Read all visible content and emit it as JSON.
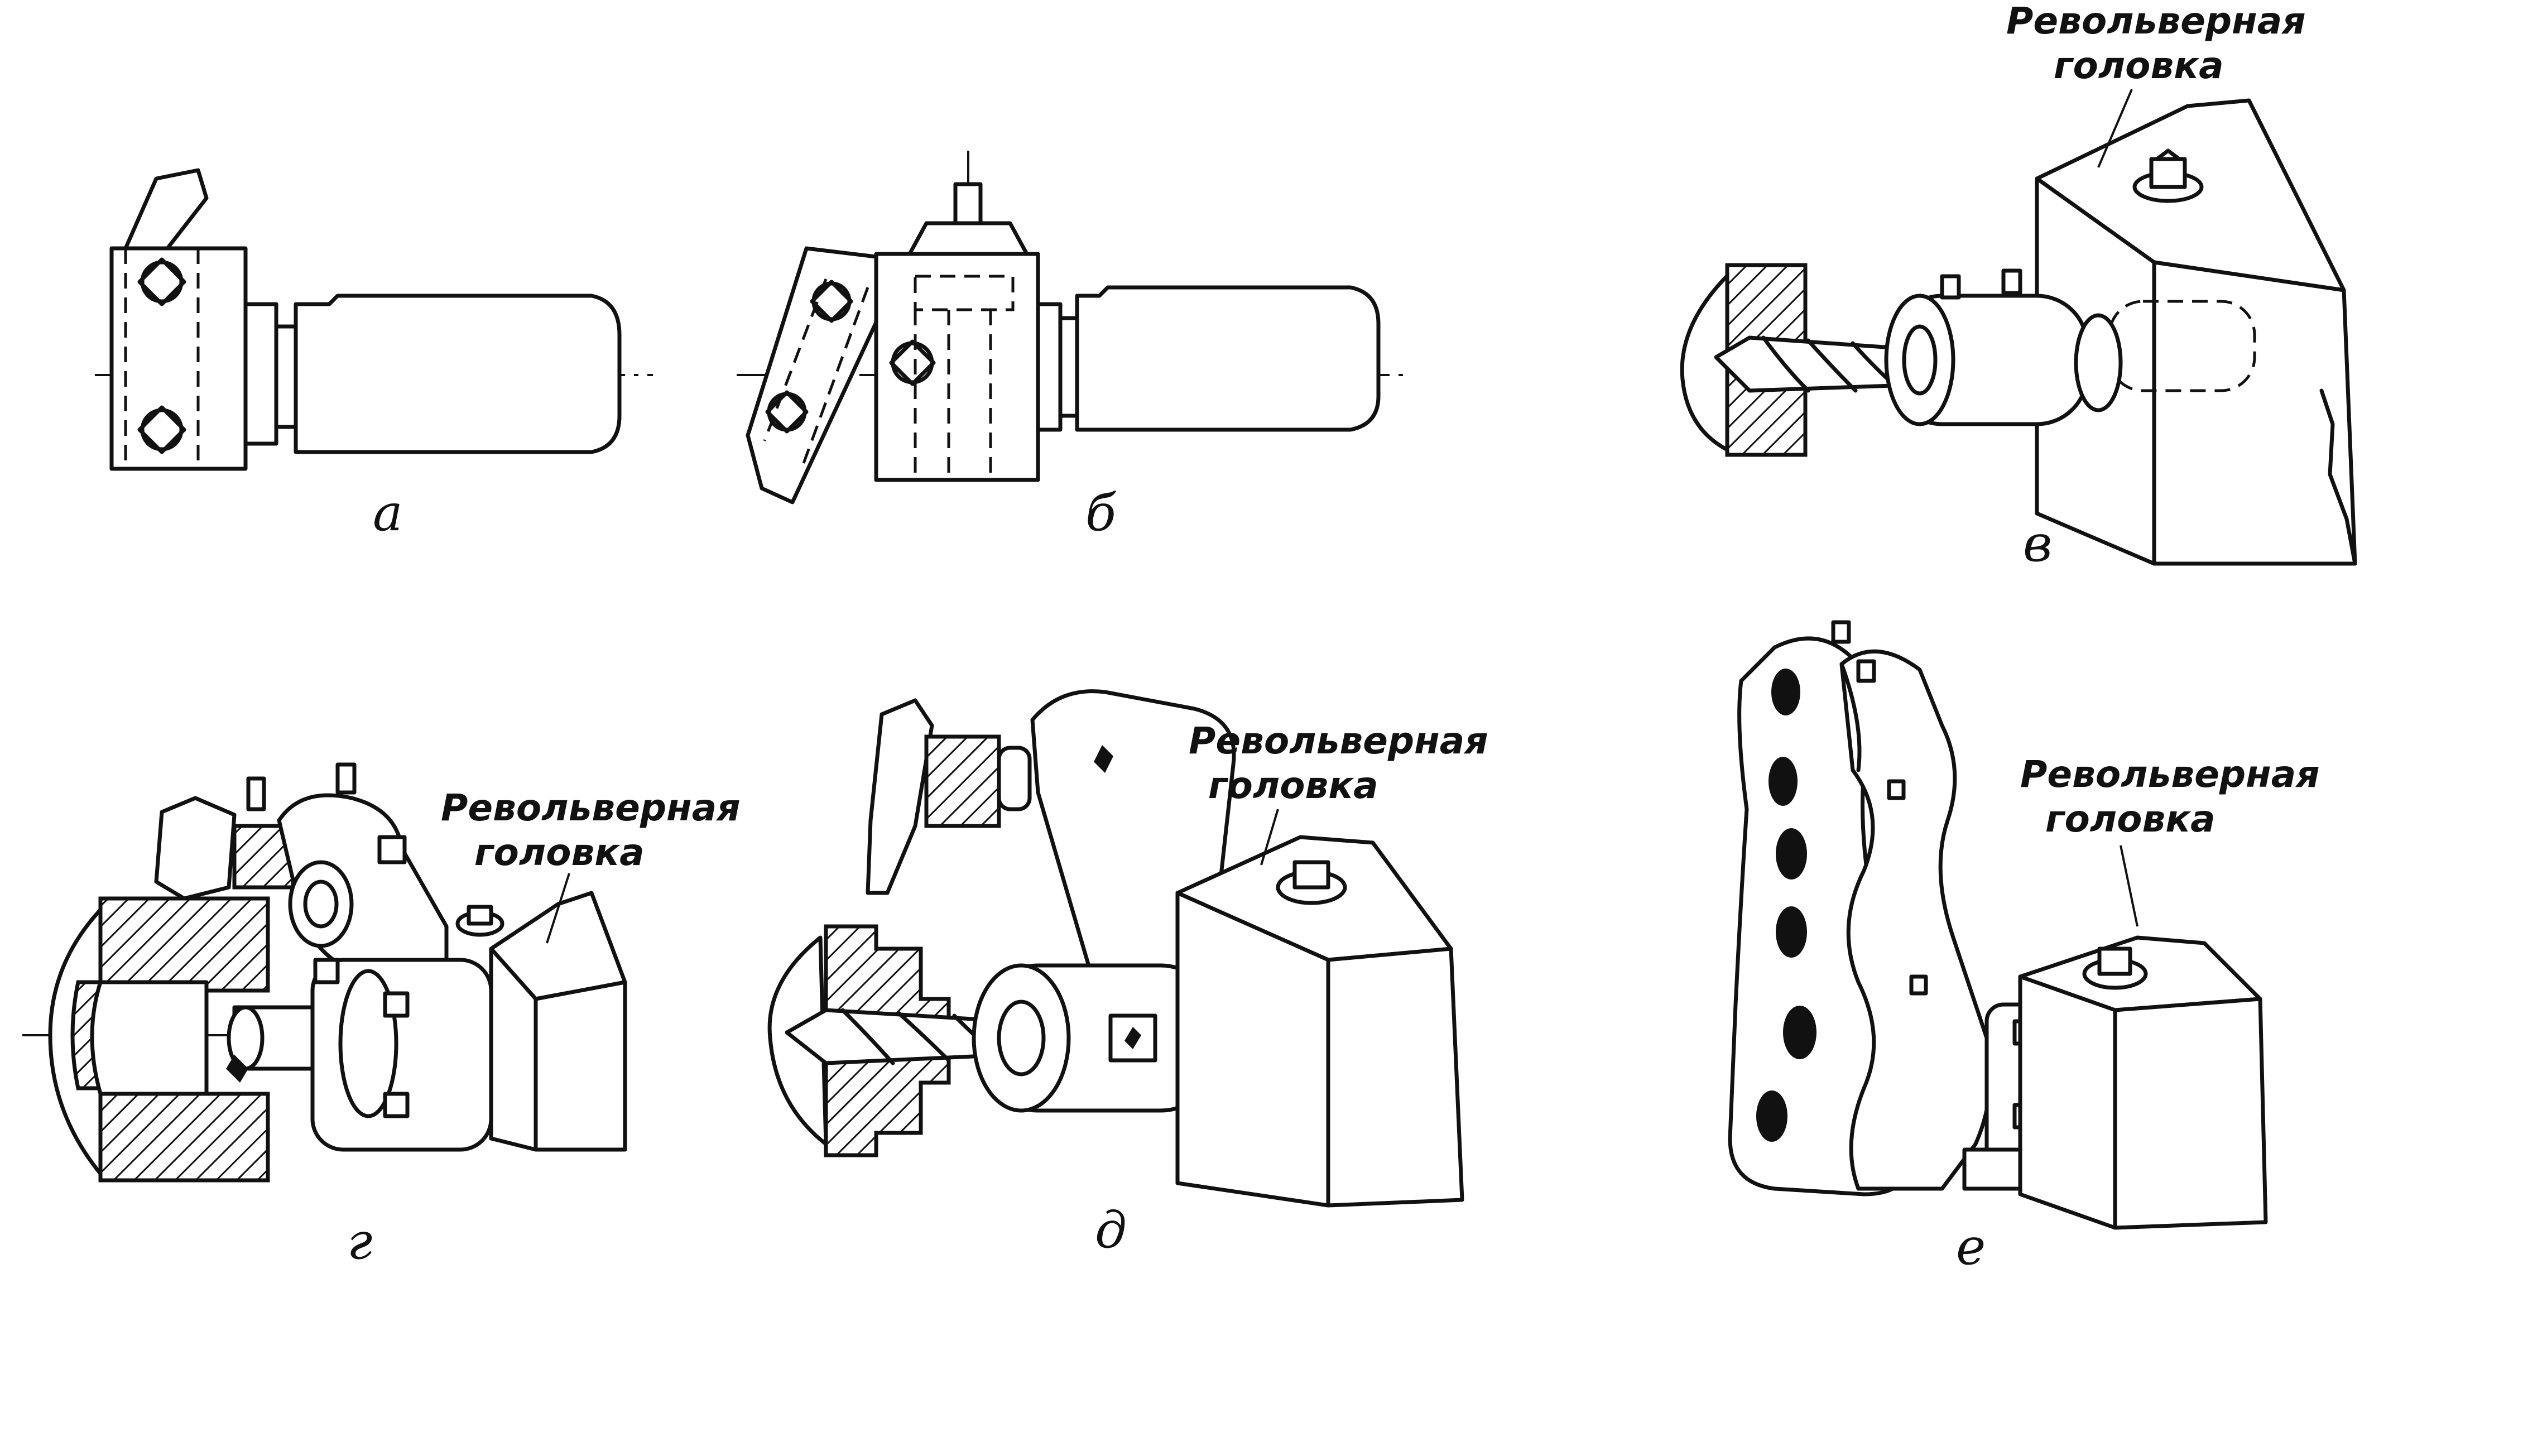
{
  "figures": [
    {
      "caption": "а"
    },
    {
      "caption": "б"
    },
    {
      "caption": "в",
      "label_line1": "Револьверная",
      "label_line2": "головка"
    },
    {
      "caption": "г",
      "label_line1": "Револьверная",
      "label_line2": "головка"
    },
    {
      "caption": "д",
      "label_line1": "Револьверная",
      "label_line2": "головка"
    },
    {
      "caption": "е",
      "label_line1": "Револьверная",
      "label_line2": "головка"
    }
  ],
  "colors": {
    "ink": "#111111",
    "paper": "#ffffff"
  }
}
